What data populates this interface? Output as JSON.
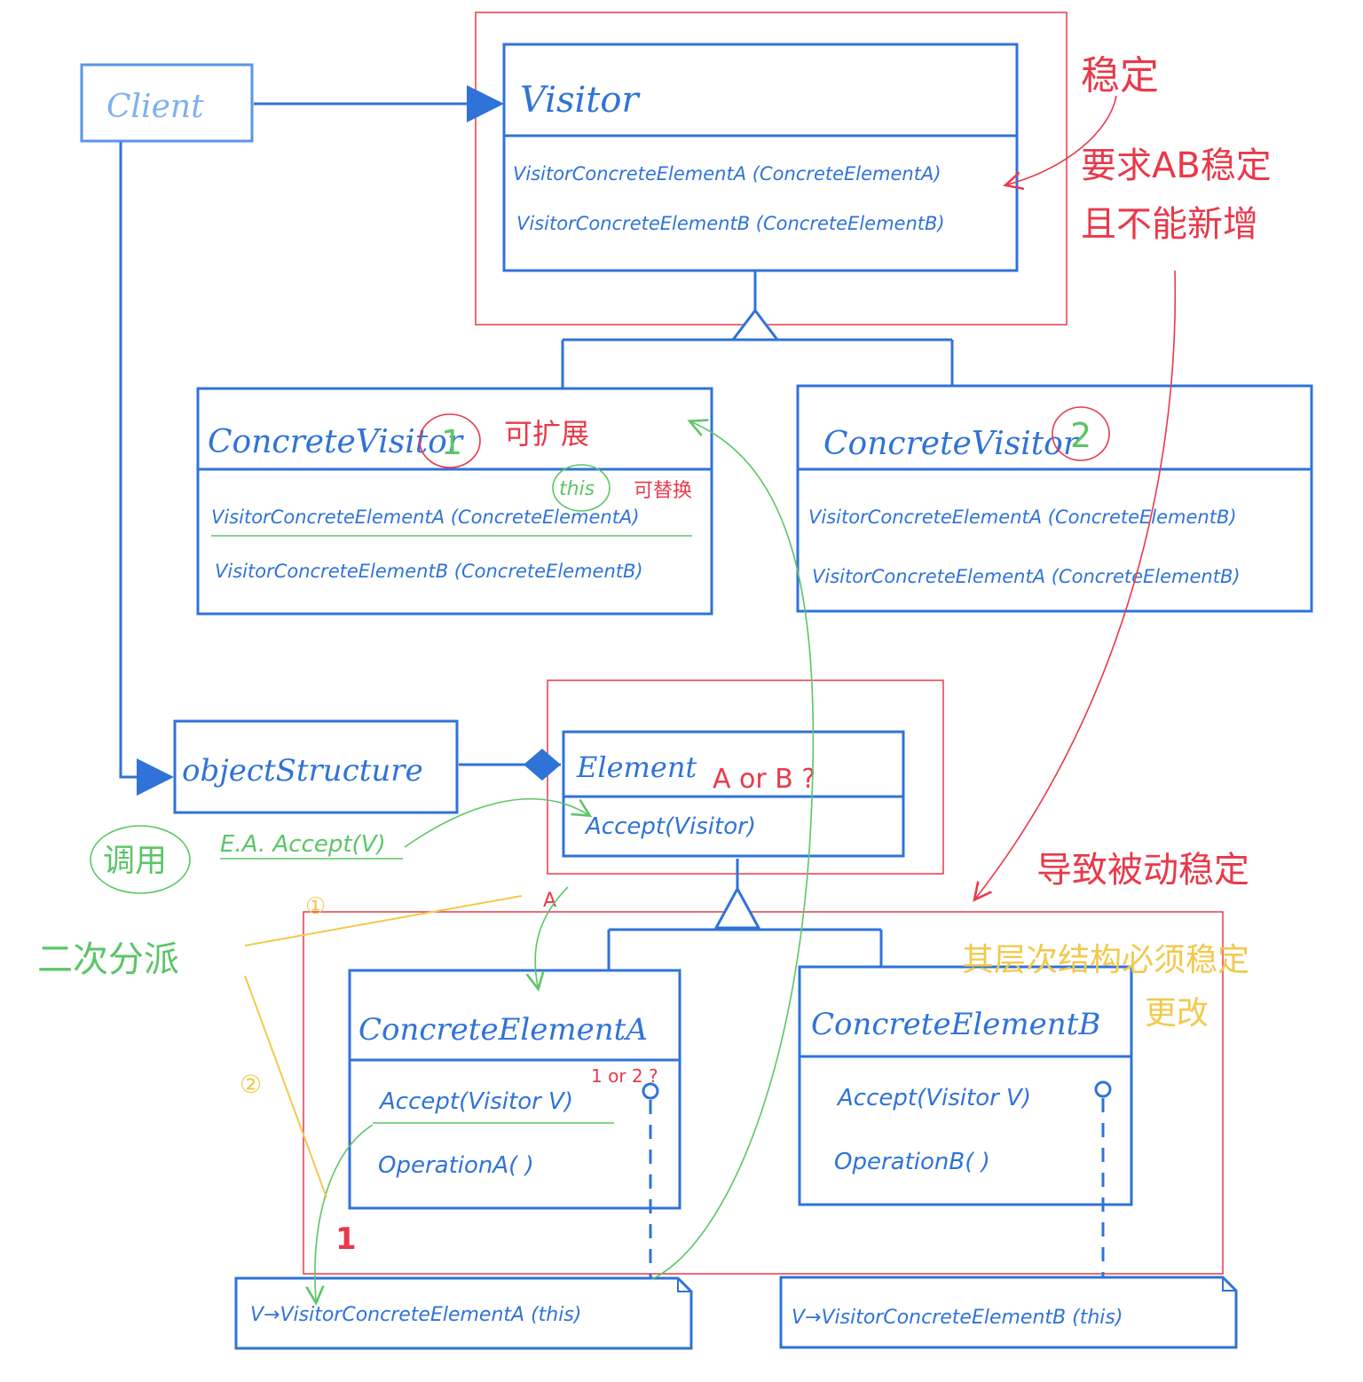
{
  "client": {
    "label": "Client"
  },
  "visitor": {
    "title": "Visitor",
    "methods": [
      "VisitorConcreteElementA (ConcreteElementA)",
      "VisitorConcreteElementB (ConcreteElementB)"
    ]
  },
  "concrete_visitor_1": {
    "title": "ConcreteVisitor",
    "badge": "1",
    "methods": [
      "VisitorConcreteElementA (ConcreteElementA)",
      "VisitorConcreteElementB (ConcreteElementB)"
    ]
  },
  "concrete_visitor_2": {
    "title": "ConcreteVisitor",
    "badge": "2",
    "methods": [
      "VisitorConcreteElementA (ConcreteElementB)",
      "VisitorConcreteElementA (ConcreteElementB)"
    ]
  },
  "object_structure": {
    "label": "objectStructure"
  },
  "element": {
    "title": "Element",
    "title_note": "A or B ?",
    "methods": [
      "Accept(Visitor)"
    ]
  },
  "concrete_element_a": {
    "title": "ConcreteElementA",
    "methods": [
      "Accept(Visitor V)",
      "OperationA( )"
    ],
    "note": "1 or 2 ?"
  },
  "concrete_element_b": {
    "title": "ConcreteElementB",
    "methods": [
      "Accept(Visitor V)",
      "OperationB( )"
    ]
  },
  "note_a": {
    "text": "V→VisitorConcreteElementA (this)"
  },
  "note_b": {
    "text": "V→VisitorConcreteElementB (this)"
  },
  "annotations": {
    "stable": "稳定",
    "stable_requirement": "要求AB稳定",
    "no_new": "且不能新增",
    "extensible": "可扩展",
    "this": "this",
    "replaceable": "可替换",
    "call": "调用",
    "call_expr": "E.A. Accept(V)",
    "double_dispatch": "二次分派",
    "circle_1": "①",
    "circle_2": "②",
    "red_a": "A",
    "red_1": "1",
    "passive_stable": "导致被动稳定",
    "below_note_1": "其层次结构必须稳定",
    "below_note_2": "更改"
  },
  "colors": {
    "uml_blue": "#2f73d8",
    "red_ink": "#e8394a",
    "green_ink": "#5cc566",
    "yellow_ink": "#f2c94c"
  }
}
